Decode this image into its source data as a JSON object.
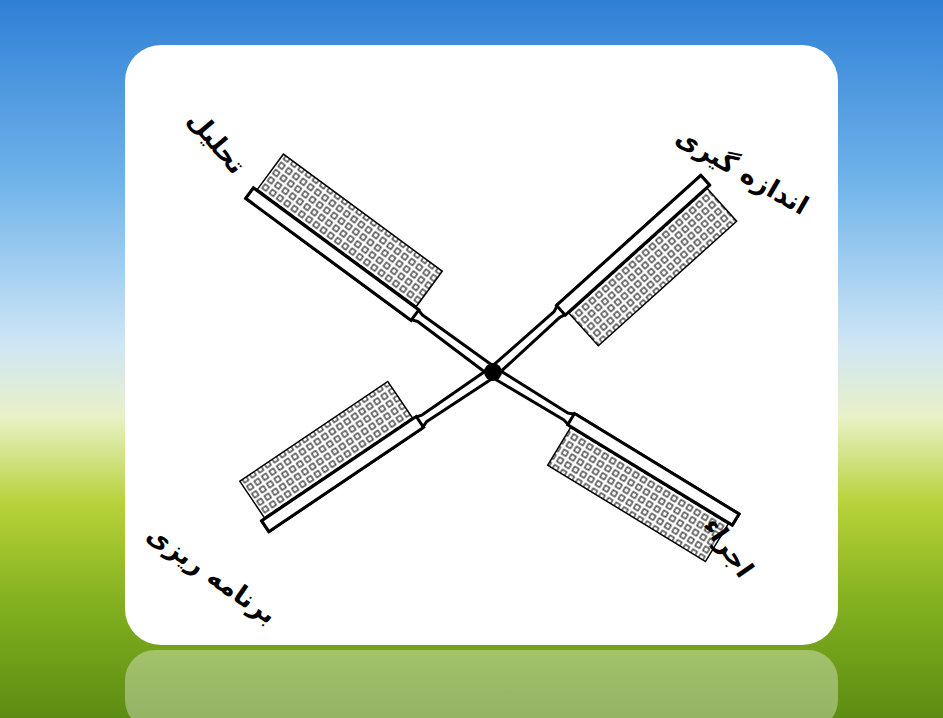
{
  "diagram": {
    "labels": [
      "تحلیل",
      "اندازه گیری",
      "برنامه ریزی",
      "اجراء"
    ]
  }
}
